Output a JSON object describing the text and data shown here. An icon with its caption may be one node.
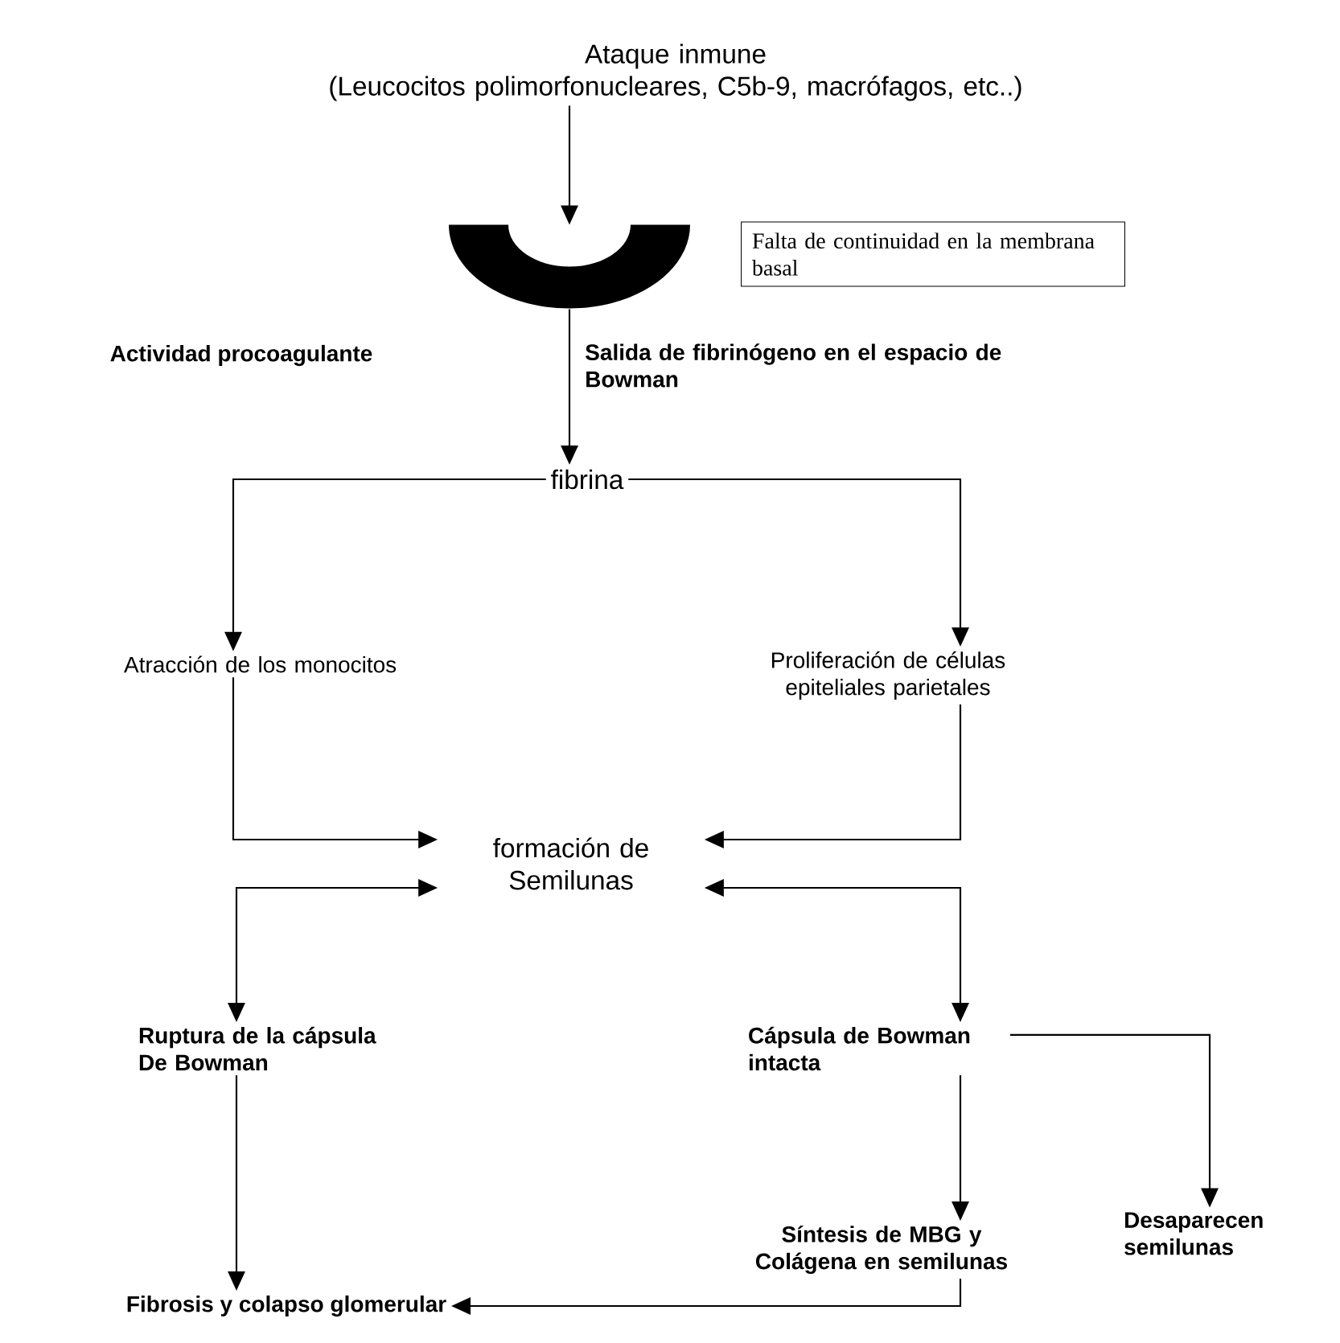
{
  "diagram": {
    "nodes": [
      {
        "text": [
          "Ataque inmune",
          "(Leucocitos polimorfonucleares, C5b-9, macrófagos, etc..)"
        ]
      },
      {
        "text": [],
        "shape": "crescent"
      },
      {
        "text": [
          "Falta de continuidad en la membrana basal"
        ]
      },
      {
        "text": [
          "fibrina"
        ]
      },
      {
        "text": [
          "Atracción de los monocitos"
        ]
      },
      {
        "text": [
          "Proliferación de células epiteliales parietales"
        ]
      },
      {
        "text": [
          "formación de Semilunas"
        ]
      },
      {
        "text": [
          "Ruptura de la cápsula De Bowman"
        ]
      },
      {
        "text": [
          "Cápsula de Bowman intacta"
        ]
      },
      {
        "text": [
          "Síntesis de MBG y Colágena en semilunas"
        ]
      },
      {
        "text": [
          "Desaparecen semilunas"
        ]
      },
      {
        "text": [
          "Fibrosis y colapso glomerular"
        ]
      }
    ],
    "edges": [
      {
        "from": 0,
        "to": 1,
        "arrow": "to"
      },
      {
        "from": 1,
        "to": 3,
        "arrow": "to",
        "label": "Salida de fibrinógeno en el espacio de Bowman"
      },
      {
        "from": 3,
        "to": 4,
        "arrow": "to"
      },
      {
        "from": 3,
        "to": 5,
        "arrow": "to"
      },
      {
        "from": 4,
        "to": 6,
        "arrow": "to"
      },
      {
        "from": 5,
        "to": 6,
        "arrow": "to"
      },
      {
        "from": 6,
        "to": 7,
        "arrow": "both"
      },
      {
        "from": 6,
        "to": 8,
        "arrow": "both"
      },
      {
        "from": 7,
        "to": 11,
        "arrow": "to"
      },
      {
        "from": 8,
        "to": 9,
        "arrow": "to"
      },
      {
        "from": 8,
        "to": 10,
        "arrow": "to"
      },
      {
        "from": 9,
        "to": 11,
        "arrow": "to"
      }
    ],
    "labels": [
      "Actividad procoagulante"
    ]
  }
}
